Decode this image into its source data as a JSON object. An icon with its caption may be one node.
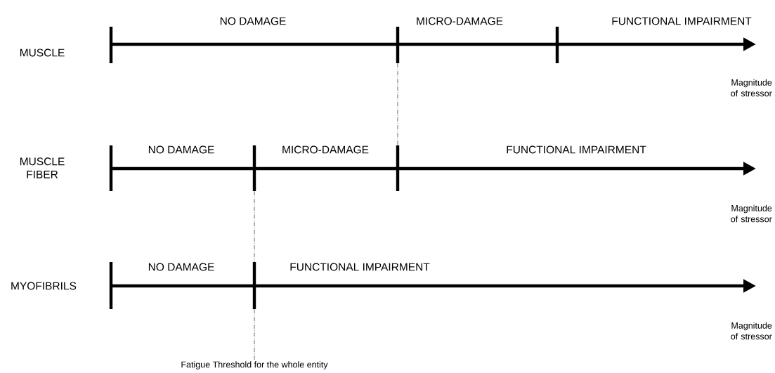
{
  "diagram": {
    "nodes": [
      {
        "text": [],
        "shape": "bar"
      },
      {
        "text": [],
        "shape": "bar"
      },
      {
        "text": [],
        "shape": "bar"
      },
      {
        "text": [],
        "shape": "bar"
      },
      {
        "text": [
          "Fatigue Threshold for the whole entity"
        ]
      }
    ],
    "edges": [
      {
        "from": 0,
        "to": 2,
        "arrow": "none",
        "style": "dashed"
      },
      {
        "from": 1,
        "to": 3,
        "arrow": "none",
        "style": "dashed"
      },
      {
        "from": 3,
        "to": 4,
        "arrow": "none",
        "style": "dashed"
      }
    ],
    "labels": [
      "MUSCLE",
      "NO DAMAGE",
      "MICRO-DAMAGE",
      "FUNCTIONAL IMPAIRMENT",
      "Magnitude of stressor",
      "MUSCLE FIBER",
      "NO DAMAGE",
      "MICRO-DAMAGE",
      "FUNCTIONAL IMPAIRMENT",
      "Magnitude of stressor",
      "MYOFIBRILS",
      "NO DAMAGE",
      "FUNCTIONAL IMPAIRMENT",
      "Magnitude of stressor"
    ]
  }
}
